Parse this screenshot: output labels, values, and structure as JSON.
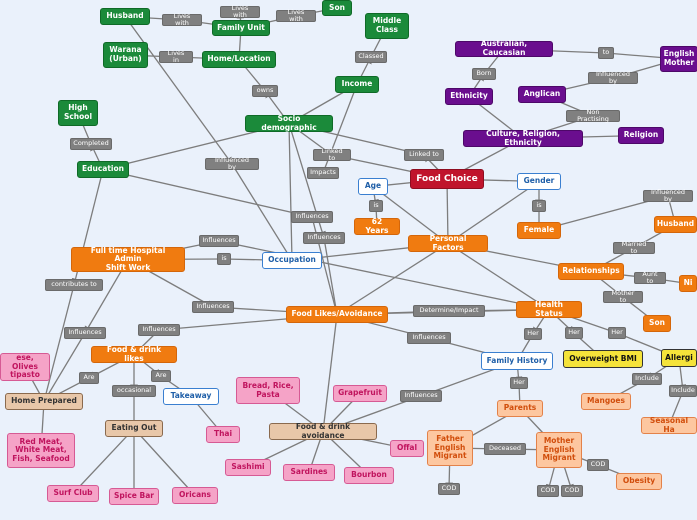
{
  "nodes": {
    "husband_tl": "Husband",
    "lives_with_1": "Lives with",
    "lives_with_2": "Lives with",
    "lives_with_3": "Lives with",
    "son_top": "Son",
    "family_unit": "Family Unit",
    "warana": "Warana\n(Urban)",
    "lives_in": "Lives in",
    "home_location": "Home/Location",
    "middle_class": "Middle\nClass",
    "classed": "Classed",
    "owns": "owns",
    "income": "Income",
    "socio_demographic": "Socio demographic",
    "high_school": "High\nSchool",
    "completed": "Completed",
    "education": "Education",
    "influenced_by_1": "Influenced by",
    "linked_to_1": "Linked to",
    "impacts": "Impacts",
    "linked_to_2": "Linked to",
    "food_choice": "Food Choice",
    "australian": "Australian, Caucasian",
    "to": "to",
    "english_mother": "English\nMother",
    "born": "Born",
    "influenced_by_2": "Influenced by",
    "ethnicity": "Ethnicity",
    "anglican": "Anglican",
    "non_practising": "Non Practising",
    "culture": "Culture, Religion, Ethnicity",
    "religion": "Religion",
    "age": "Age",
    "gender": "Gender",
    "influenced_by_3": "Influenced by",
    "is_1": "is",
    "is_2": "is",
    "years_62": "62 Years",
    "female": "Female",
    "husband_r": "Husband",
    "influences_1": "Influences",
    "influences_2": "Influences",
    "influences_3": "Influences",
    "personal_factors": "Personal Factors",
    "married_to": "Married to",
    "ft_hospital": "Full time Hospital Admin\nShift Work",
    "is_3": "is",
    "occupation": "Occupation",
    "relationships": "Relationships",
    "aunt_to": "Aunt to",
    "niece": "Ni",
    "contributes_to": "contributes to",
    "influences_4": "Influences",
    "food_likes": "Food Likes/Avoidance",
    "determine": "Determine/Impact",
    "health_status": "Health Status",
    "mother_to": "Mother to",
    "son_r": "Son",
    "influences_5": "Influences",
    "influences_6": "Influences",
    "influences_7": "Influences",
    "her_1": "Her",
    "her_2": "Her",
    "her_3": "Her",
    "cheese": "ese, Olives\ntipasto",
    "food_drink_likes": "Food & drink likes",
    "family_history": "Family History",
    "overweight": "Overweight BMI",
    "allergies": "Allergi",
    "are_1": "Are",
    "are_2": "Are",
    "occasional": "occasional",
    "takeaway": "Takeaway",
    "home_prepared": "Home Prepared",
    "bread": "Bread, Rice,\nPasta",
    "grapefruit": "Grapefruit",
    "influences_8": "Influences",
    "her_4": "Her",
    "include_1": "Include",
    "include_2": "Include",
    "mangoes": "Mangoes",
    "parents": "Parents",
    "seasonal": "Seasonal Ha",
    "eating_out": "Eating Out",
    "thai": "Thai",
    "food_avoidance": "Food & drink avoidance",
    "offal": "Offal",
    "father": "Father\nEnglish\nMigrant",
    "deceased": "Deceased",
    "mother": "Mother\nEnglish\nMigrant",
    "red_meat": "Red Meat,\nWhite Meat,\nFish, Seafood",
    "sashimi": "Sashimi",
    "sardines": "Sardines",
    "bourbon": "Bourbon",
    "cod_1": "COD",
    "cod_2": "COD",
    "cod_3": "COD",
    "cod_4": "COD",
    "obesity": "Obesity",
    "surf_club": "Surf Club",
    "spice_bar": "Spice Bar",
    "oricans": "Oricans"
  }
}
